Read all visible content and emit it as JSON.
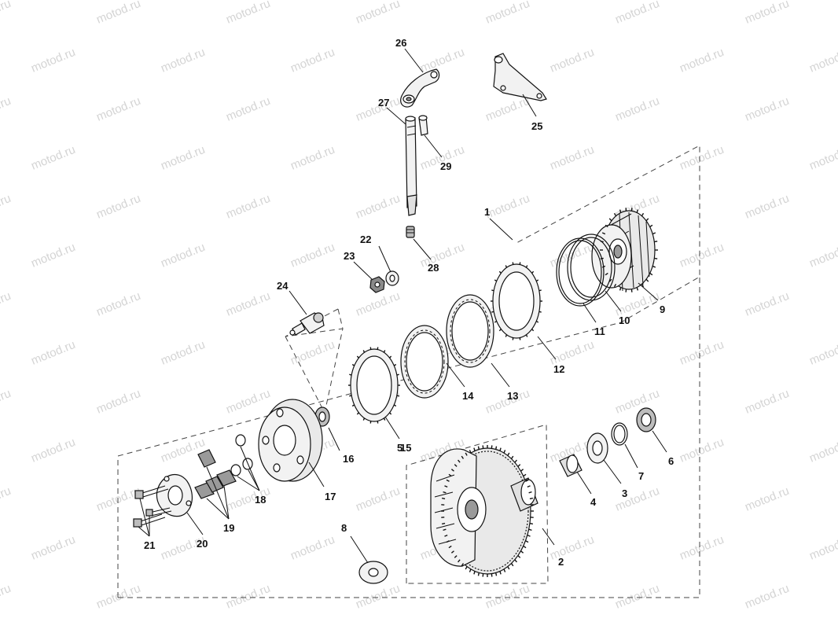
{
  "watermark": {
    "text": "motod.ru",
    "color": "#d4d4d4"
  },
  "colors": {
    "line": "#111111",
    "part_fill": "#f2f2f2",
    "shade": "#9a9a9a",
    "background": "#ffffff"
  },
  "callouts": [
    {
      "id": "c1",
      "label": "1"
    },
    {
      "id": "c2",
      "label": "2"
    },
    {
      "id": "c3",
      "label": "3"
    },
    {
      "id": "c4",
      "label": "4"
    },
    {
      "id": "c5",
      "label": "5"
    },
    {
      "id": "c6",
      "label": "6"
    },
    {
      "id": "c7",
      "label": "7"
    },
    {
      "id": "c8",
      "label": "8"
    },
    {
      "id": "c9",
      "label": "9"
    },
    {
      "id": "c10",
      "label": "10"
    },
    {
      "id": "c11",
      "label": "11"
    },
    {
      "id": "c12",
      "label": "12"
    },
    {
      "id": "c13",
      "label": "13"
    },
    {
      "id": "c14",
      "label": "14"
    },
    {
      "id": "c15",
      "label": "15"
    },
    {
      "id": "c16",
      "label": "16"
    },
    {
      "id": "c17",
      "label": "17"
    },
    {
      "id": "c18",
      "label": "18"
    },
    {
      "id": "c19",
      "label": "19"
    },
    {
      "id": "c20",
      "label": "20"
    },
    {
      "id": "c21",
      "label": "21"
    },
    {
      "id": "c22",
      "label": "22"
    },
    {
      "id": "c23",
      "label": "23"
    },
    {
      "id": "c24",
      "label": "24"
    },
    {
      "id": "c25",
      "label": "25"
    },
    {
      "id": "c26",
      "label": "26"
    },
    {
      "id": "c27",
      "label": "27"
    },
    {
      "id": "c28",
      "label": "28"
    },
    {
      "id": "c29",
      "label": "29"
    }
  ]
}
